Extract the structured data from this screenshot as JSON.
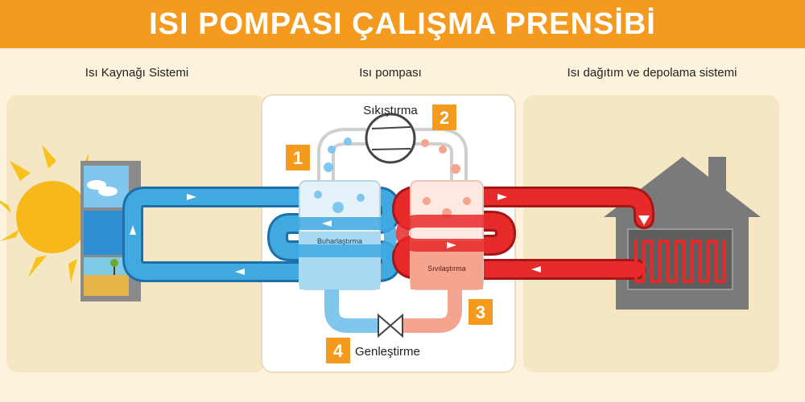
{
  "header": {
    "title": "ISI POMPASI ÇALIŞMA PRENSİBİ"
  },
  "sections": {
    "source": "Isı Kaynağı Sistemi",
    "pump": "Isı pompası",
    "distribution": "Isı dağıtım ve depolama sistemi"
  },
  "steps": [
    {
      "number": "1",
      "label": ""
    },
    {
      "number": "2",
      "label": "Sıkıştırma"
    },
    {
      "number": "3",
      "label": ""
    },
    {
      "number": "4",
      "label": "Genleştirme"
    }
  ],
  "tanks": {
    "evaporator": "Buharlaştırma",
    "condenser": "Sıvılaştırma"
  },
  "colors": {
    "header": "#f49a1e",
    "cold_pipe": "#3fa9e0",
    "hot_pipe": "#e62a2a",
    "step_badge": "#f49a1e",
    "panel_bg": "#f5e6c4",
    "pump_panel_bg": "#ffffff"
  },
  "icons": [
    "sun-icon",
    "house-icon",
    "compressor-icon",
    "expansion-valve-icon",
    "flow-arrow-icon"
  ]
}
